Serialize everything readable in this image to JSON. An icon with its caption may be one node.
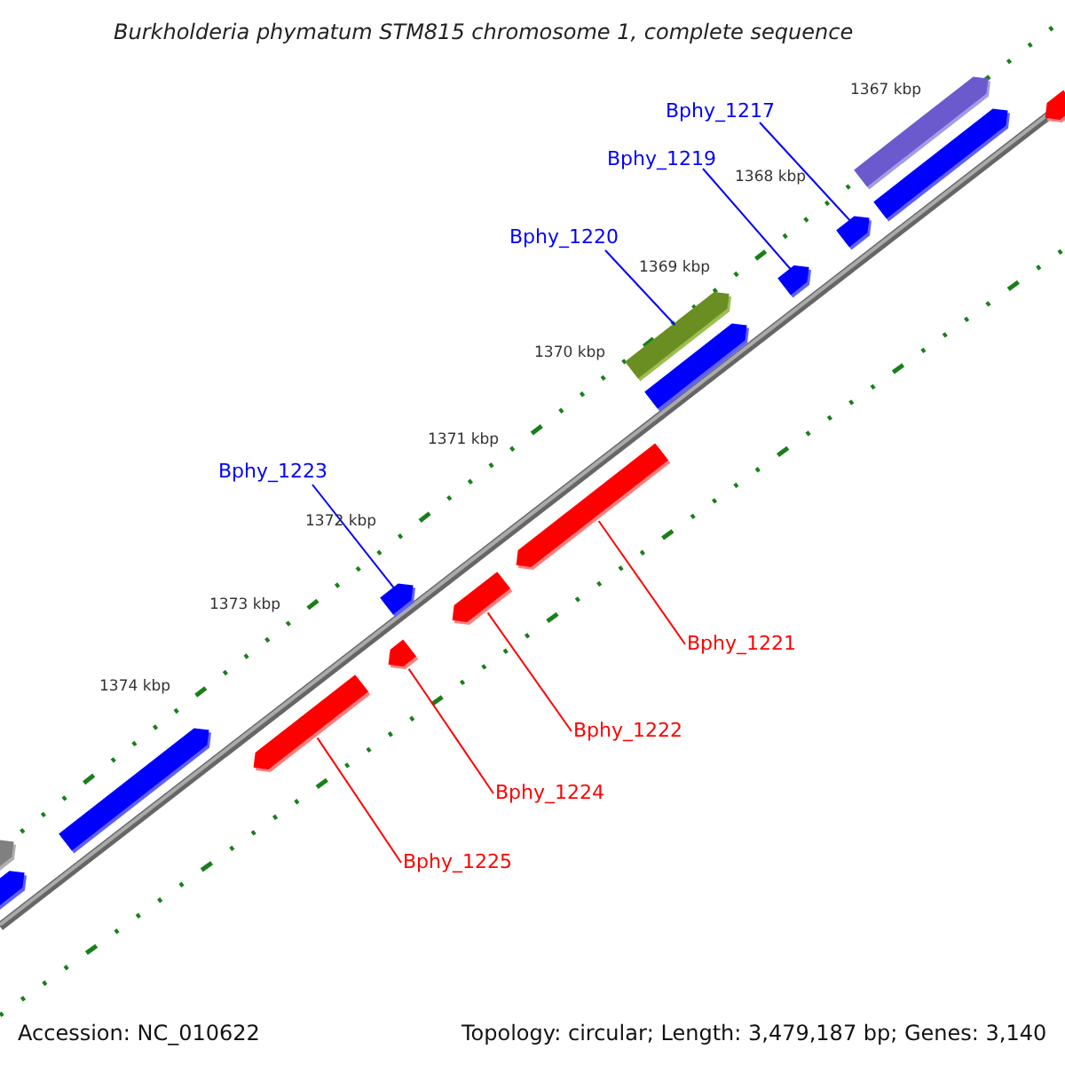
{
  "diagram": {
    "title": "Burkholderia phymatum STM815 chromosome 1, complete sequence",
    "nodes": [
      {
        "text": [
          "Bphy_1217"
        ]
      },
      {
        "text": [
          "Bphy_1219"
        ]
      },
      {
        "text": [
          "Bphy_1220"
        ]
      },
      {
        "text": [
          "Bphy_1223"
        ]
      },
      {
        "text": [
          "Bphy_1221"
        ]
      },
      {
        "text": [
          "Bphy_1222"
        ]
      },
      {
        "text": [
          "Bphy_1224"
        ]
      },
      {
        "text": [
          "Bphy_1225"
        ]
      },
      {
        "text": [],
        "shape": "arrow"
      },
      {
        "text": [],
        "shape": "arrow"
      },
      {
        "text": [],
        "shape": "arrow"
      },
      {
        "text": [],
        "shape": "arrow"
      },
      {
        "text": [],
        "shape": "arrow"
      },
      {
        "text": [],
        "shape": "arrow"
      },
      {
        "text": [],
        "shape": "arrow"
      },
      {
        "text": [],
        "shape": "arrow"
      },
      {
        "text": [],
        "shape": "arrow"
      },
      {
        "text": [],
        "shape": "arrow"
      },
      {
        "text": [],
        "shape": "arrow"
      },
      {
        "text": [],
        "shape": "arrow"
      },
      {
        "text": [],
        "shape": "arrow"
      },
      {
        "text": [],
        "shape": "arrow"
      },
      {
        "text": [],
        "shape": "arrow"
      }
    ],
    "edges": [
      {
        "from": 0,
        "to": 11,
        "arrow": "none",
        "color": "#0000ff"
      },
      {
        "from": 1,
        "to": 12,
        "arrow": "none",
        "color": "#0000ff"
      },
      {
        "from": 2,
        "to": 13,
        "arrow": "none",
        "color": "#0000ff"
      },
      {
        "from": 3,
        "to": 17,
        "arrow": "none",
        "color": "#0000ff"
      },
      {
        "from": 4,
        "to": 15,
        "arrow": "none",
        "color": "#ff0000"
      },
      {
        "from": 5,
        "to": 16,
        "arrow": "none",
        "color": "#ff0000"
      },
      {
        "from": 6,
        "to": 18,
        "arrow": "none",
        "color": "#ff0000"
      },
      {
        "from": 7,
        "to": 19,
        "arrow": "none",
        "color": "#ff0000"
      }
    ],
    "labels": [
      "1367 kbp",
      "1368 kbp",
      "1369 kbp",
      "1370 kbp",
      "1371 kbp",
      "1372 kbp",
      "1373 kbp",
      "1374 kbp",
      "Accession: NC_010622",
      "Topology: circular; Length: 3,479,187 bp; Genes: 3,140"
    ]
  }
}
